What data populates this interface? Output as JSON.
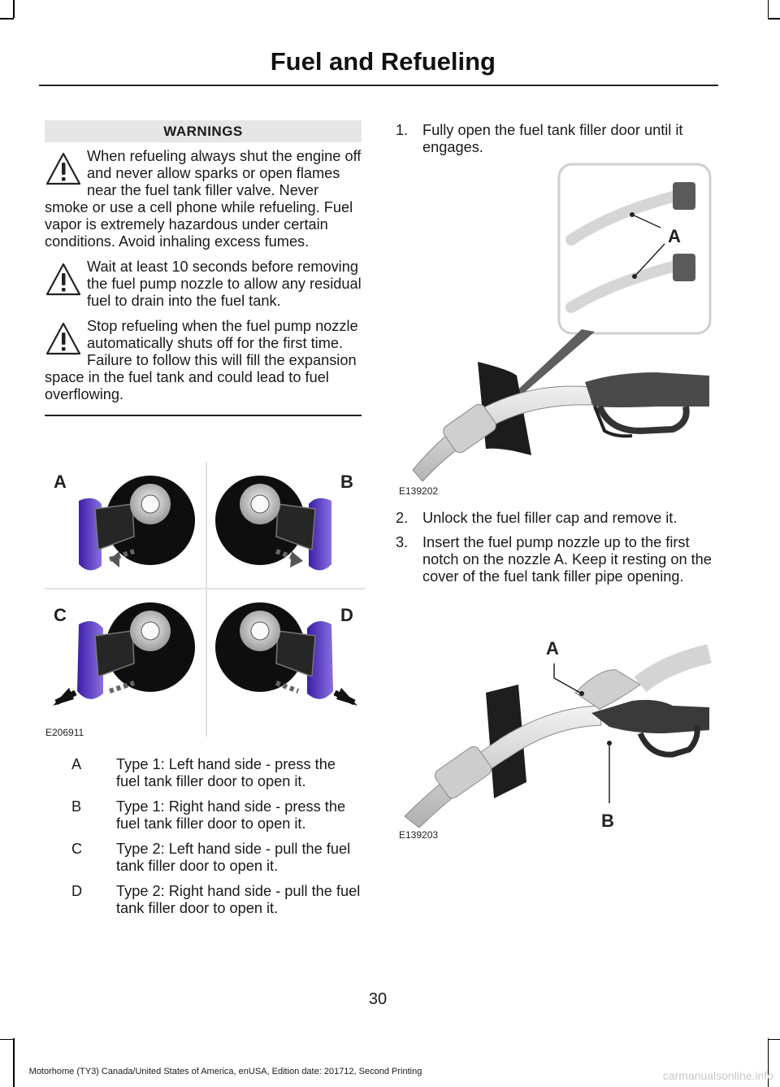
{
  "header": {
    "title": "Fuel and Refueling"
  },
  "warnings": {
    "heading": "WARNINGS",
    "items": [
      "When refueling always shut the engine off and never allow sparks or open flames near the fuel tank filler valve. Never smoke or use a cell phone while refueling. Fuel vapor is extremely hazardous under certain conditions. Avoid inhaling excess fumes.",
      "Wait at least 10 seconds before removing the fuel pump nozzle to allow any residual fuel to drain into the fuel tank.",
      "Stop refueling when the fuel pump nozzle automatically shuts off for the first time. Failure to follow this will fill the expansion space in the fuel tank and could lead to fuel overflowing."
    ]
  },
  "figure_cap": {
    "code": "E206911",
    "letters": {
      "a": "A",
      "b": "B",
      "c": "C",
      "d": "D"
    }
  },
  "legend": [
    {
      "key": "A",
      "text": "Type 1: Left hand side - press the fuel tank filler door to open it."
    },
    {
      "key": "B",
      "text": "Type 1: Right hand side - press the fuel tank filler door to open it."
    },
    {
      "key": "C",
      "text": "Type 2: Left hand side - pull the fuel tank filler door to open it."
    },
    {
      "key": "D",
      "text": "Type 2: Right hand side - pull the fuel tank filler door to open it."
    }
  ],
  "steps_top": [
    {
      "num": "1.",
      "text": "Fully open the fuel tank filler door until it engages."
    }
  ],
  "figure_nozzle_a": {
    "code": "E139202",
    "label": "A"
  },
  "steps_bottom": [
    {
      "num": "2.",
      "text": "Unlock the fuel filler cap and remove it."
    },
    {
      "num": "3.",
      "text": "Insert the fuel pump nozzle up to the first notch on the nozzle A.  Keep it resting on the cover of the fuel tank filler pipe opening."
    }
  ],
  "figure_nozzle_b": {
    "code": "E139203",
    "label_a": "A",
    "label_b": "B"
  },
  "page_number": "30",
  "footer": "Motorhome (TY3) Canada/United States of America, enUSA, Edition date: 201712, Second Printing",
  "watermark": "carmanualsonline.info"
}
